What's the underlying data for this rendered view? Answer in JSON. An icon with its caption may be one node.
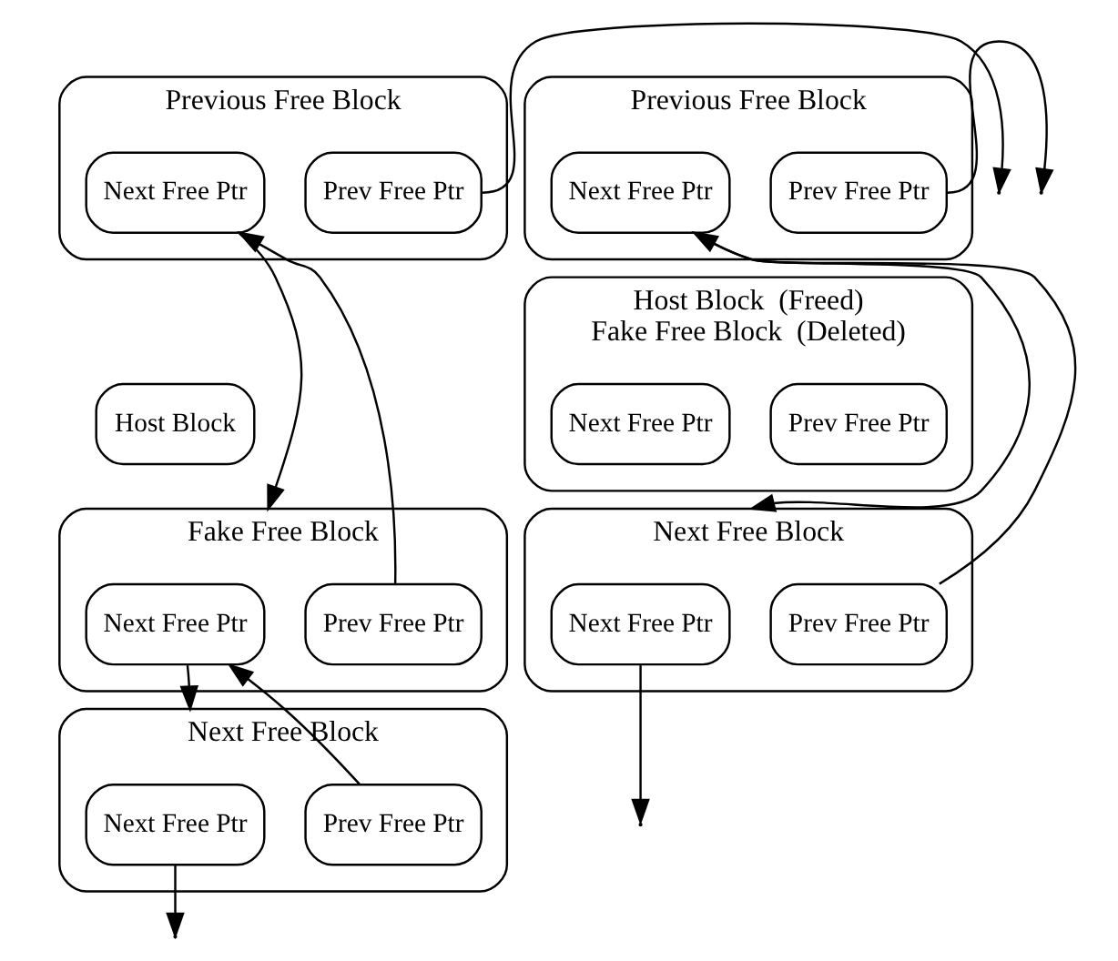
{
  "diagram": {
    "nodes": [
      {
        "text": [
          "Previous Free Block"
        ]
      },
      {
        "text": [
          "Next Free Ptr"
        ],
        "in": 0
      },
      {
        "text": [
          "Prev Free Ptr"
        ],
        "in": 0
      },
      {
        "text": [
          "Host Block"
        ]
      },
      {
        "text": [
          "Fake Free Block"
        ]
      },
      {
        "text": [
          "Next Free Ptr"
        ],
        "in": 4
      },
      {
        "text": [
          "Prev Free Ptr"
        ],
        "in": 4
      },
      {
        "text": [
          "Next Free Block"
        ]
      },
      {
        "text": [
          "Next Free Ptr"
        ],
        "in": 7
      },
      {
        "text": [
          "Prev Free Ptr"
        ],
        "in": 7
      },
      {
        "text": [
          "Previous Free Block"
        ]
      },
      {
        "text": [
          "Next Free Ptr"
        ],
        "in": 10
      },
      {
        "text": [
          "Prev Free Ptr"
        ],
        "in": 10
      },
      {
        "text": [
          "Host Block  (Freed)",
          "Fake Free Block  (Deleted)"
        ]
      },
      {
        "text": [
          "Next Free Ptr"
        ],
        "in": 13
      },
      {
        "text": [
          "Prev Free Ptr"
        ],
        "in": 13
      },
      {
        "text": [
          "Next Free Block"
        ]
      },
      {
        "text": [
          "Next Free Ptr"
        ],
        "in": 16
      },
      {
        "text": [
          "Prev Free Ptr"
        ],
        "in": 16
      }
    ],
    "edges": [
      {
        "from": 2,
        "to": null,
        "arrow": "to"
      },
      {
        "from": 1,
        "to": 4,
        "arrow": "to"
      },
      {
        "from": 6,
        "to": 1,
        "arrow": "to"
      },
      {
        "from": 5,
        "to": 7,
        "arrow": "to"
      },
      {
        "from": 9,
        "to": 5,
        "arrow": "to"
      },
      {
        "from": 8,
        "to": null,
        "arrow": "to"
      },
      {
        "from": 12,
        "to": null,
        "arrow": "to"
      },
      {
        "from": 11,
        "to": 16,
        "arrow": "to"
      },
      {
        "from": 18,
        "to": 11,
        "arrow": "to"
      },
      {
        "from": 17,
        "to": null,
        "arrow": "to"
      }
    ]
  }
}
